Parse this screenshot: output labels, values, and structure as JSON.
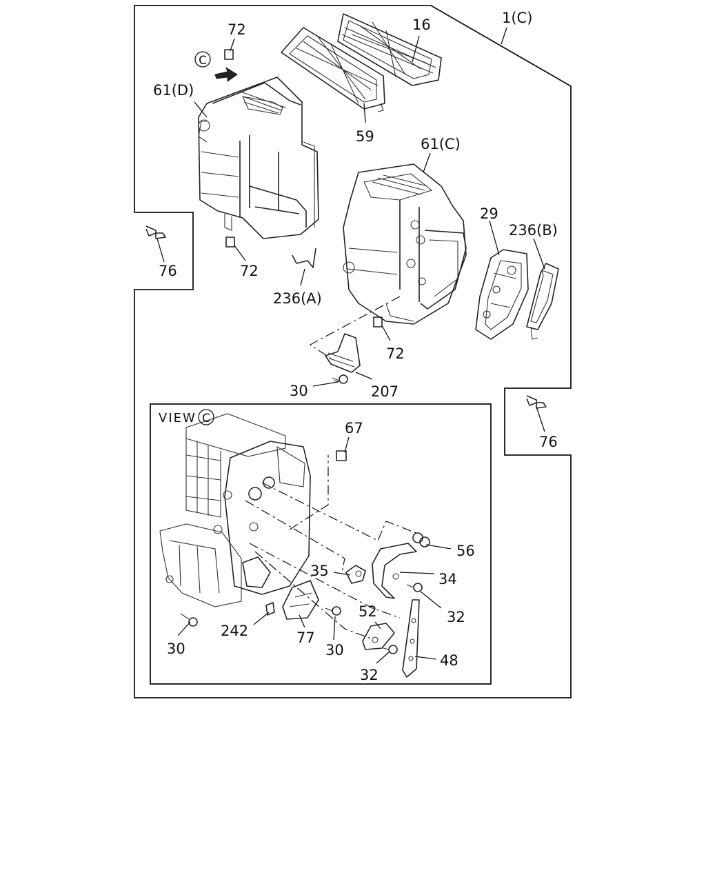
{
  "diagram": {
    "view_label": "VIEW",
    "view_symbol": "C",
    "callout_symbol": "C",
    "callouts": {
      "assy_1c": "1(C)",
      "p16": "16",
      "p72_top": "72",
      "p61d": "61(D)",
      "p59": "59",
      "p61c": "61(C)",
      "p29": "29",
      "p236b": "236(B)",
      "p76_left": "76",
      "p72_mid": "72",
      "p236a": "236(A)",
      "p72_low": "72",
      "p207": "207",
      "p30_top": "30",
      "p76_right": "76",
      "p67": "67",
      "p56": "56",
      "p35": "35",
      "p34": "34",
      "p32_a": "32",
      "p52": "52",
      "p242": "242",
      "p77": "77",
      "p30_view": "30",
      "p30_view_left": "30",
      "p48": "48",
      "p32_b": "32"
    }
  }
}
